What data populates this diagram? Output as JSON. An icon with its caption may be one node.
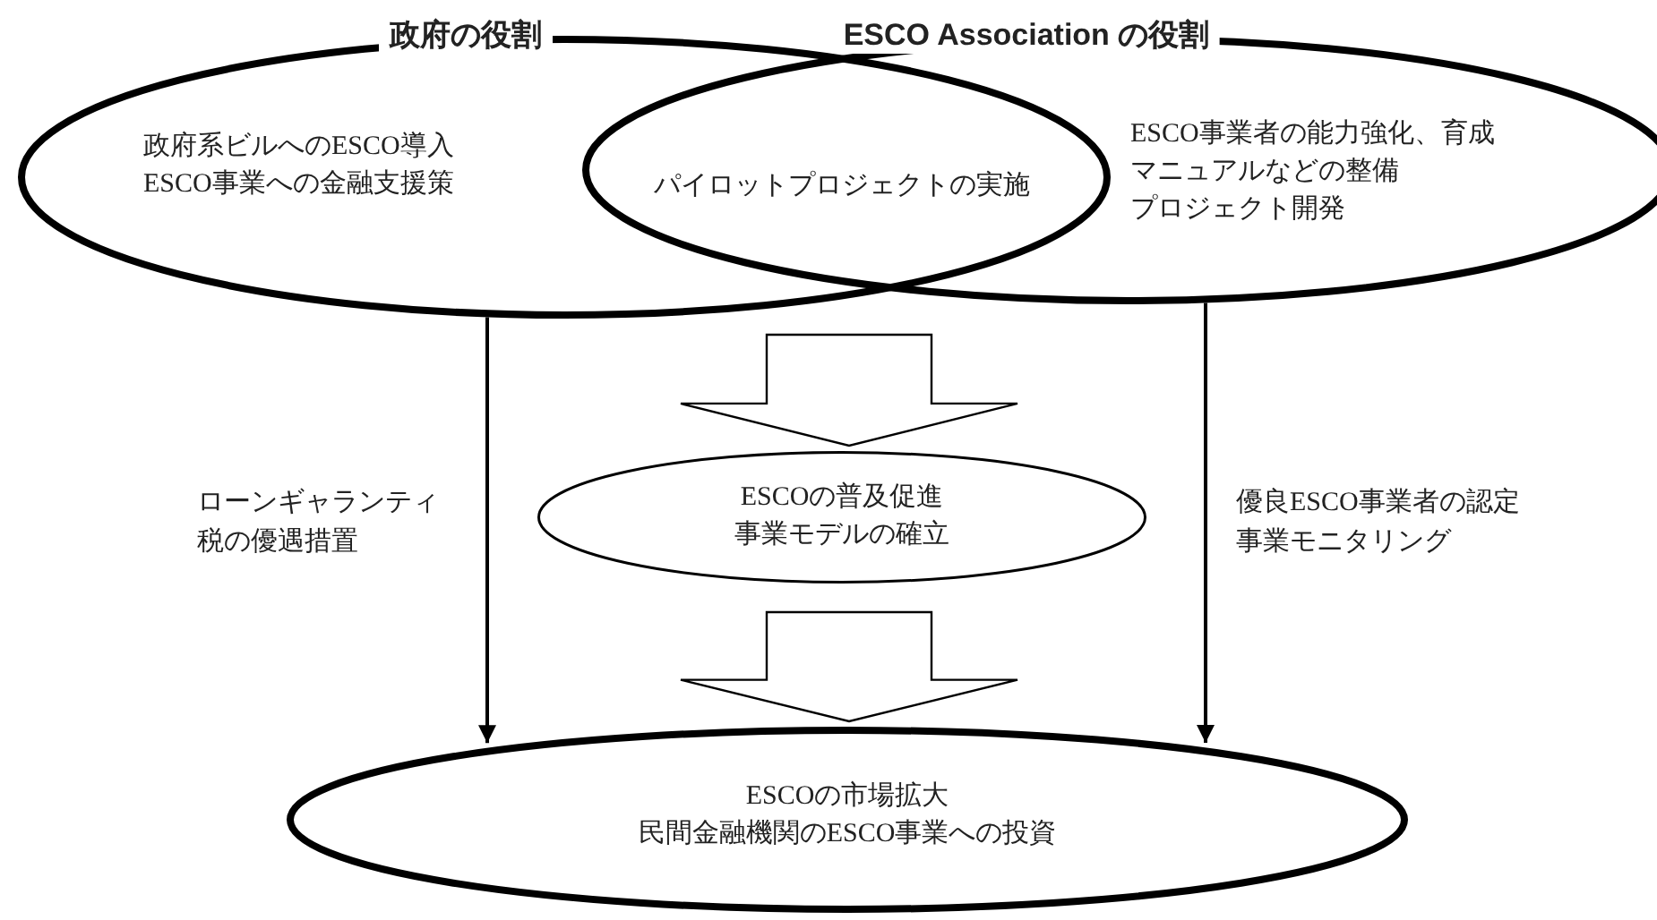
{
  "diagram": {
    "nodes": [
      {
        "text": [
          "政府の役割",
          "政府系ビルへのESCO導入",
          "ESCO事業への金融支援策"
        ]
      },
      {
        "text": [
          "ESCO Association の役割",
          "ESCO事業者の能力強化、育成",
          "マニュアルなどの整備",
          "プロジェクト開発"
        ]
      },
      {
        "text": [
          "ESCOの普及促進",
          "事業モデルの確立"
        ]
      },
      {
        "text": [
          "ESCOの市場拡大",
          "民間金融機関のESCO事業への投資"
        ]
      }
    ],
    "edges": [
      {
        "from": null,
        "to": 2,
        "arrow": "to",
        "style": "thick"
      },
      {
        "from": 2,
        "to": 3,
        "arrow": "to",
        "style": "thick"
      },
      {
        "from": 0,
        "to": 3,
        "arrow": "to",
        "label": "ローンギャランティ税の優遇措置"
      },
      {
        "from": 1,
        "to": 3,
        "arrow": "to",
        "label": "優良ESCO事業者の認定事業モニタリング"
      }
    ],
    "labels": [
      "パイロットプロジェクトの実施"
    ]
  }
}
